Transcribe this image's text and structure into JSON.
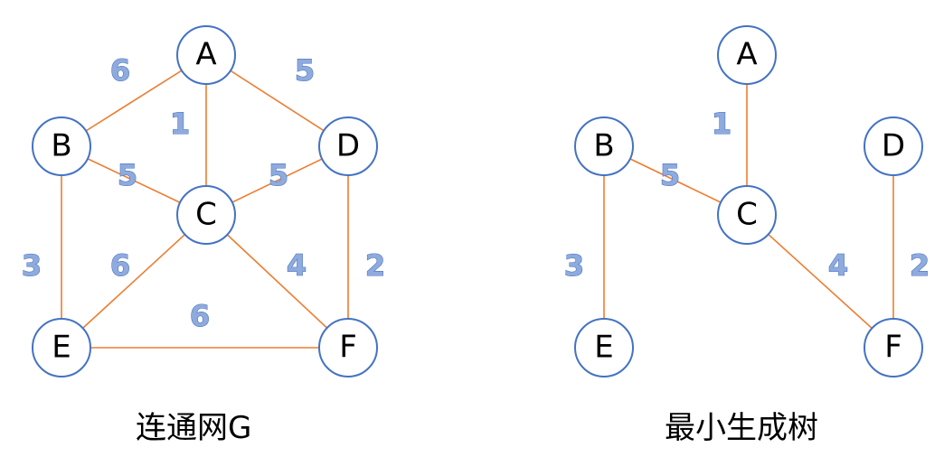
{
  "colors": {
    "edge": "#ED7D31",
    "node_stroke": "#4472C4",
    "weight_fill": "#8FAADC",
    "weight_stroke": "#4472C4",
    "text": "#000000"
  },
  "graphs": [
    {
      "id": "connected-network",
      "caption": "连通网G",
      "nodes": [
        "A",
        "B",
        "C",
        "D",
        "E",
        "F"
      ],
      "edges": [
        {
          "from": "A",
          "to": "B",
          "weight": "6"
        },
        {
          "from": "A",
          "to": "C",
          "weight": "1"
        },
        {
          "from": "A",
          "to": "D",
          "weight": "5"
        },
        {
          "from": "B",
          "to": "C",
          "weight": "5"
        },
        {
          "from": "C",
          "to": "D",
          "weight": "5"
        },
        {
          "from": "B",
          "to": "E",
          "weight": "3"
        },
        {
          "from": "C",
          "to": "E",
          "weight": "6"
        },
        {
          "from": "C",
          "to": "F",
          "weight": "4"
        },
        {
          "from": "D",
          "to": "F",
          "weight": "2"
        },
        {
          "from": "E",
          "to": "F",
          "weight": "6"
        }
      ]
    },
    {
      "id": "minimum-spanning-tree",
      "caption": "最小生成树",
      "nodes": [
        "A",
        "B",
        "C",
        "D",
        "E",
        "F"
      ],
      "edges": [
        {
          "from": "A",
          "to": "C",
          "weight": "1"
        },
        {
          "from": "B",
          "to": "C",
          "weight": "5"
        },
        {
          "from": "B",
          "to": "E",
          "weight": "3"
        },
        {
          "from": "C",
          "to": "F",
          "weight": "4"
        },
        {
          "from": "D",
          "to": "F",
          "weight": "2"
        }
      ]
    }
  ]
}
